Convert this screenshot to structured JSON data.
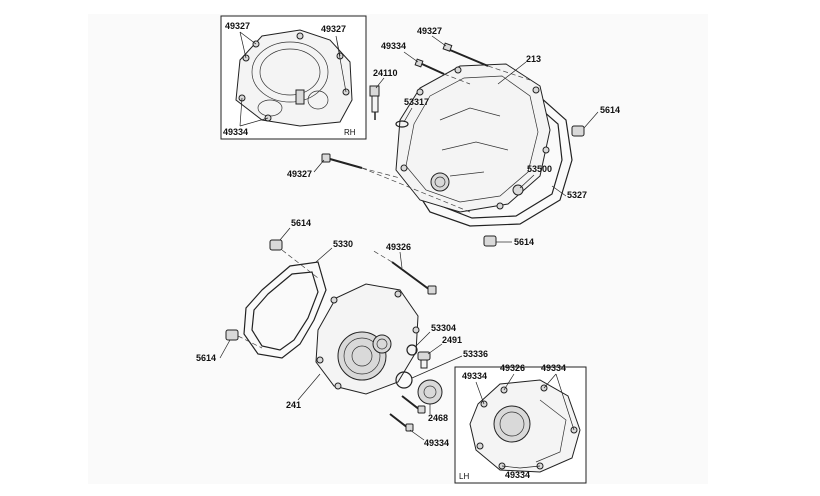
{
  "inset_rh": {
    "tag": "RH",
    "labels": [
      "49327",
      "49327",
      "49334"
    ]
  },
  "inset_lh": {
    "tag": "LH",
    "labels": [
      "49334",
      "49326",
      "49334",
      "49334"
    ]
  },
  "callouts": {
    "rh_top_bolt": "49327",
    "rh_bolt2": "49334",
    "rh_cover": "213",
    "rh_plug": "24110",
    "rh_oring": "53317",
    "rh_dowel_right": "5614",
    "rh_seal": "53500",
    "rh_gasket": "5327",
    "rh_long_bolt": "49327",
    "rh_dowel_bottom": "5614",
    "lh_dowel_top": "5614",
    "lh_gasket": "5330",
    "lh_bolt": "49326",
    "lh_oring": "53304",
    "lh_plug_small": "2491",
    "lh_oring2": "53336",
    "lh_dowel_left": "5614",
    "lh_cover": "241",
    "lh_plug_large": "2468",
    "lh_bolt_bottom": "49334"
  }
}
